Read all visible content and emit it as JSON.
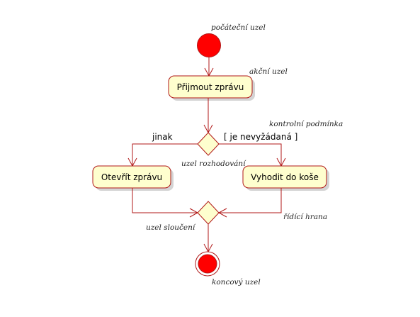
{
  "diagram": {
    "notes": {
      "initial": "počáteční uzel",
      "action": "akční uzel",
      "guard": "kontrolní podmínka",
      "decision": "uzel rozhodování",
      "merge": "uzel sloučení",
      "flow": "řídící hrana",
      "final": "koncový uzel"
    },
    "actions": {
      "receive": "Přijmout zprávu",
      "open": "Otevřít zprávu",
      "discard": "Vyhodit do koše"
    },
    "guards": {
      "else": "jinak",
      "unwanted": "[ je nevyžádaná ]"
    },
    "colors": {
      "line": "#b01818",
      "fill": "#fefece",
      "node": "#ff0000"
    }
  }
}
